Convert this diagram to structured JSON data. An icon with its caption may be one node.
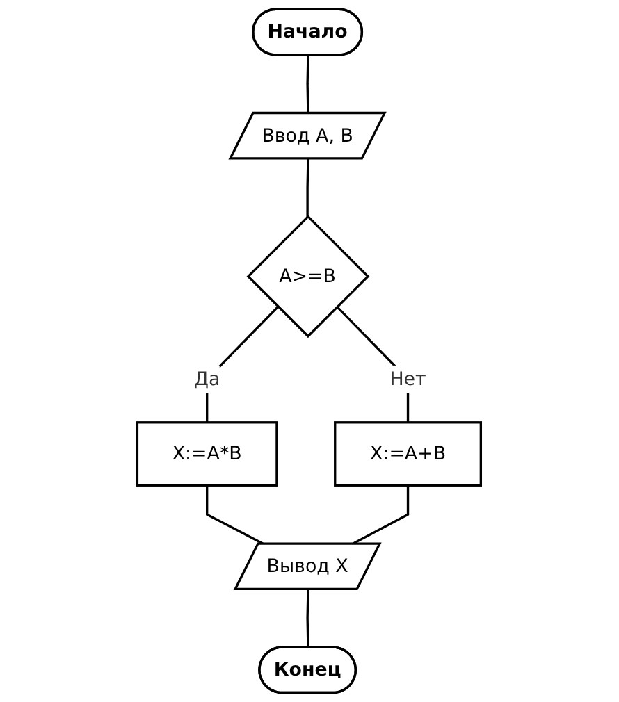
{
  "diagram": {
    "nodes": [
      {
        "text": [
          "Начало"
        ]
      },
      {
        "text": [
          "Ввод A, B"
        ]
      },
      {
        "text": [
          "A>=B"
        ]
      },
      {
        "text": [
          "X:=A*B"
        ]
      },
      {
        "text": [
          "X:=A+B"
        ]
      },
      {
        "text": [
          "Вывод X"
        ]
      },
      {
        "text": [
          "Конец"
        ]
      }
    ],
    "edges": [
      {
        "from": 0,
        "to": 1,
        "arrow": "none"
      },
      {
        "from": 1,
        "to": 2,
        "arrow": "none"
      },
      {
        "from": 2,
        "to": 3,
        "label": "Да",
        "arrow": "none"
      },
      {
        "from": 2,
        "to": 4,
        "label": "Нет",
        "arrow": "none"
      },
      {
        "from": 3,
        "to": 5,
        "arrow": "none"
      },
      {
        "from": 4,
        "to": 5,
        "arrow": "none"
      },
      {
        "from": 5,
        "to": 6,
        "arrow": "none"
      }
    ]
  }
}
